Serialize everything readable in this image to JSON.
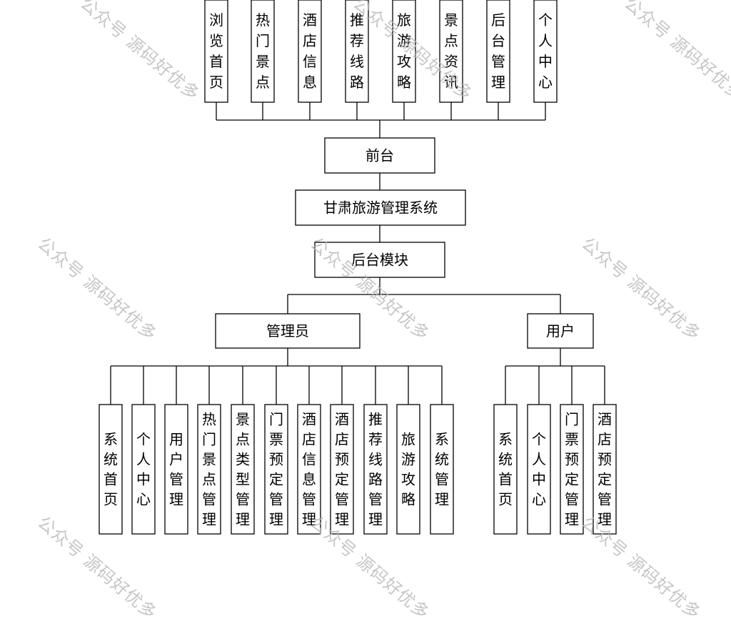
{
  "system": {
    "title": "甘肃旅游管理系统"
  },
  "front": {
    "label": "前台",
    "modules": [
      "浏览首页",
      "热门景点",
      "酒店信息",
      "推荐线路",
      "旅游攻略",
      "景点资讯",
      "后台管理",
      "个人中心"
    ]
  },
  "backend": {
    "label": "后台模块"
  },
  "admin": {
    "label": "管理员",
    "modules": [
      "系统首页",
      "个人中心",
      "用户管理",
      "热门景点管理",
      "景点类型管理",
      "门票预定管理",
      "酒店信息管理",
      "酒店预定管理",
      "推荐线路管理",
      "旅游攻略",
      "系统管理"
    ]
  },
  "user": {
    "label": "用户",
    "modules": [
      "系统首页",
      "个人中心",
      "门票预定管理",
      "酒店预定管理"
    ]
  },
  "watermark": "公众号 源码好优多",
  "colors": {
    "line": "#000000",
    "box_fill": "#ffffff",
    "text": "#000000",
    "watermark": "#b8b8b8"
  }
}
